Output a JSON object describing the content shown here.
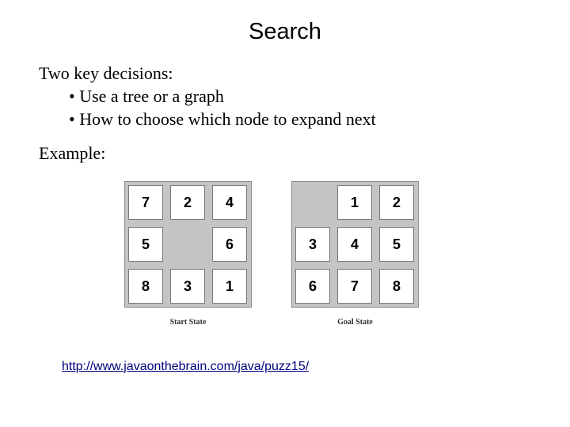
{
  "slide": {
    "title": "Search",
    "intro": "Two key decisions:",
    "bullets": [
      "Use a tree or a graph",
      "How to choose which node to expand next"
    ],
    "example_label": "Example:",
    "link": "http://www.javaonthebrain.com/java/puzz15/"
  },
  "puzzles": {
    "start": {
      "caption": "Start State",
      "tiles": [
        [
          "7",
          "2",
          "4"
        ],
        [
          "5",
          "",
          "6"
        ],
        [
          "8",
          "3",
          "1"
        ]
      ]
    },
    "goal": {
      "caption": "Goal State",
      "tiles": [
        [
          "",
          "1",
          "2"
        ],
        [
          "3",
          "4",
          "5"
        ],
        [
          "6",
          "7",
          "8"
        ]
      ]
    }
  },
  "colors": {
    "board_bg": "#c4c4c4",
    "link": "#000080"
  }
}
